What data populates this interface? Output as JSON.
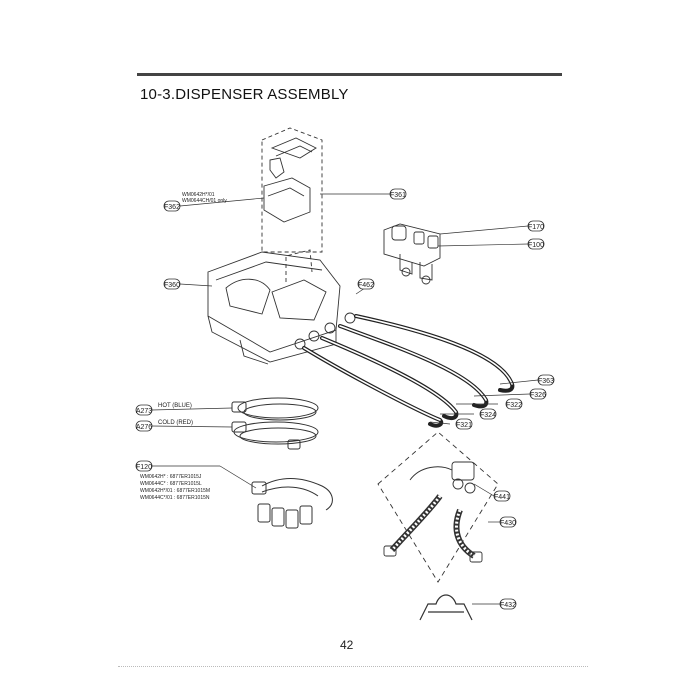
{
  "page": {
    "section_title": "10-3.DISPENSER ASSEMBLY",
    "page_number": "42"
  },
  "callouts": {
    "f361": "F361",
    "f362": "F362",
    "f360": "F360",
    "f170": "F170",
    "f100": "F100",
    "f462": "F462",
    "f363": "F363",
    "f326": "F326",
    "f322": "F322",
    "f324": "F324",
    "f321": "F321",
    "a273": "A273",
    "a276": "A276",
    "f120": "F120",
    "f441": "F441",
    "f430": "F430",
    "f432": "F432"
  },
  "labels": {
    "model_note_1": "WM0642H*/01",
    "model_note_2": "WM0644CH/01 only",
    "hot": "HOT (BLUE)",
    "cold": "COLD (RED)",
    "harness_1": "WM0642H* : 6877ER1015J",
    "harness_2": "WM0644C* : 6877ER1015L",
    "harness_3": "WM0642H*/01 : 6877ER1015M",
    "harness_4": "WM0644C*/01 : 6877ER1015N"
  }
}
